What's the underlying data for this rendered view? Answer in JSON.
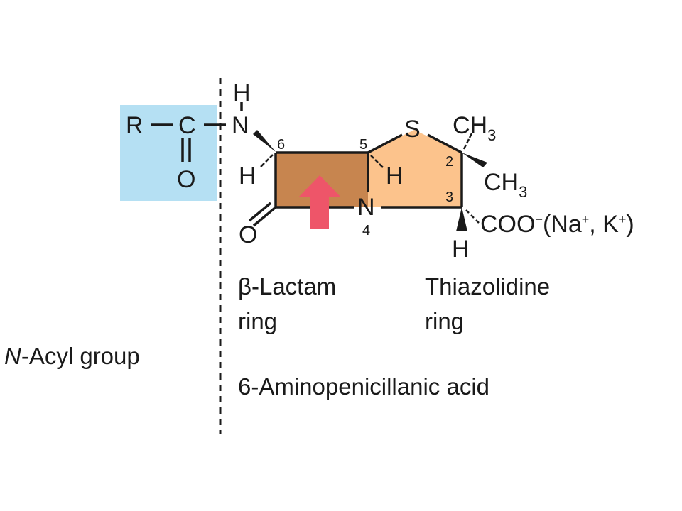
{
  "colors": {
    "acyl_box": "#b5e0f3",
    "lactam_ring": "#c7854f",
    "thiazolidine_ring": "#fcc38c",
    "arrow": "#ee5569",
    "ink": "#1a1a1a"
  },
  "atoms": {
    "r": "R",
    "c": "C",
    "o_acyl": "O",
    "n_amide": "N",
    "h_amide": "H",
    "h6": "H",
    "h5": "H",
    "s": "S",
    "n4": "N",
    "o_lactam": "O",
    "ch3_top": "CH",
    "ch3_top_sub": "3",
    "ch3_bottom": "CH",
    "ch3_bottom_sub": "3",
    "coo": "COO",
    "coo_charge": "−",
    "counterions_open": "(Na",
    "na_charge": "+",
    "counterions_mid": ", K",
    "k_charge": "+",
    "counterions_close": ")",
    "h3": "H"
  },
  "positions": {
    "p6": "6",
    "p5": "5",
    "p2": "2",
    "p3": "3",
    "p4": "4"
  },
  "labels": {
    "beta_lactam_symbol": "β",
    "beta_lactam_line1": "-Lactam",
    "beta_lactam_line2": "ring",
    "thiazolidine_line1": "Thiazolidine",
    "thiazolidine_line2": "ring",
    "n_acyl_italic": "N",
    "n_acyl_rest": "-Acyl group",
    "acid_name": "6-Aminopenicillanic acid"
  }
}
